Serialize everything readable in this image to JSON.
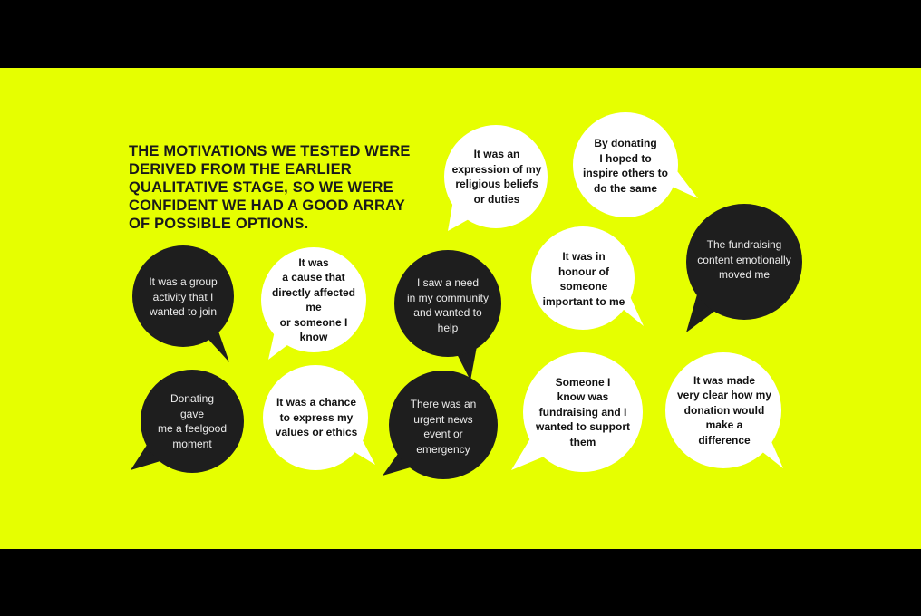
{
  "headline": "THE MOTIVATIONS WE TESTED WERE\nDERIVED FROM THE EARLIER\nQUALITATIVE STAGE, SO WE WERE\nCONFIDENT WE HAD A GOOD ARRAY\nOF POSSIBLE OPTIONS.",
  "colors": {
    "background": "#e6ff00",
    "letterbox": "#000000",
    "dark_bubble": "#1e1e1e",
    "light_bubble": "#ffffff"
  },
  "bubbles": [
    {
      "text": "It was a group\nactivity that I\nwanted to join",
      "theme": "dark"
    },
    {
      "text": "It was\na cause that\ndirectly affected\nme\nor someone I\nknow",
      "theme": "light"
    },
    {
      "text": "I saw a need\nin my community\nand wanted to\nhelp",
      "theme": "dark"
    },
    {
      "text": "It was an\nexpression of my\nreligious beliefs\nor duties",
      "theme": "light"
    },
    {
      "text": "By donating\nI hoped to\ninspire others to\ndo the same",
      "theme": "light"
    },
    {
      "text": "It was in\nhonour of\nsomeone\nimportant to me",
      "theme": "light"
    },
    {
      "text": "The fundraising\ncontent emotionally\nmoved me",
      "theme": "dark"
    },
    {
      "text": "Donating\ngave\nme a feelgood\nmoment",
      "theme": "dark"
    },
    {
      "text": "It was a chance\nto express my\nvalues or ethics",
      "theme": "light"
    },
    {
      "text": "There was an\nurgent news\nevent or\nemergency",
      "theme": "dark"
    },
    {
      "text": "Someone I\nknow was\nfundraising and I\nwanted to support\nthem",
      "theme": "light"
    },
    {
      "text": "It was made\nvery clear how my\ndonation would\nmake a\ndifference",
      "theme": "light"
    }
  ]
}
